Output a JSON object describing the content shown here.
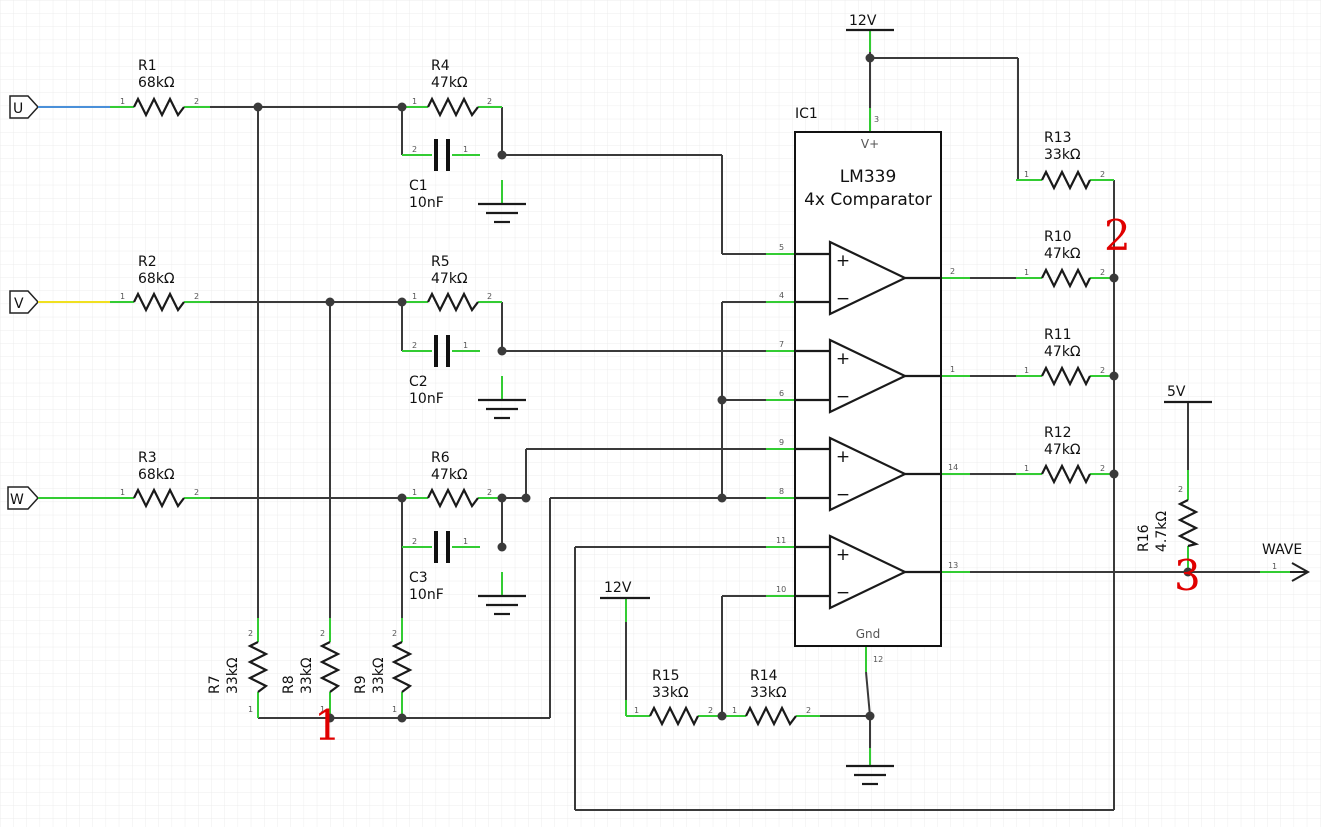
{
  "colors": {
    "wire": "#3a3a3a",
    "pin": "#33cc33",
    "grid": "#e8e8e8",
    "u_wire": "#4a90d9",
    "v_wire": "#f0e020",
    "port_fill": "#d8f5d0",
    "marker": "#e00000"
  },
  "ports": {
    "u": "U",
    "v": "V",
    "w": "W",
    "wave": "WAVE"
  },
  "rails": {
    "vcc_top": "12V",
    "vcc_bottom": "12V",
    "v5": "5V"
  },
  "ic": {
    "ref": "IC1",
    "name": "LM339",
    "desc": "4x Comparator",
    "vplus": "V+",
    "gnd": "Gnd"
  },
  "resistors": {
    "r1": {
      "ref": "R1",
      "value": "68kΩ"
    },
    "r2": {
      "ref": "R2",
      "value": "68kΩ"
    },
    "r3": {
      "ref": "R3",
      "value": "68kΩ"
    },
    "r4": {
      "ref": "R4",
      "value": "47kΩ"
    },
    "r5": {
      "ref": "R5",
      "value": "47kΩ"
    },
    "r6": {
      "ref": "R6",
      "value": "47kΩ"
    },
    "r7": {
      "ref": "R7",
      "value": "33kΩ"
    },
    "r8": {
      "ref": "R8",
      "value": "33kΩ"
    },
    "r9": {
      "ref": "R9",
      "value": "33kΩ"
    },
    "r10": {
      "ref": "R10",
      "value": "47kΩ"
    },
    "r11": {
      "ref": "R11",
      "value": "47kΩ"
    },
    "r12": {
      "ref": "R12",
      "value": "47kΩ"
    },
    "r13": {
      "ref": "R13",
      "value": "33kΩ"
    },
    "r14": {
      "ref": "R14",
      "value": "33kΩ"
    },
    "r15": {
      "ref": "R15",
      "value": "33kΩ"
    },
    "r16": {
      "ref": "R16",
      "value": "4.7kΩ"
    }
  },
  "capacitors": {
    "c1": {
      "ref": "C1",
      "value": "10nF"
    },
    "c2": {
      "ref": "C2",
      "value": "10nF"
    },
    "c3": {
      "ref": "C3",
      "value": "10nF"
    }
  },
  "ic_pins": {
    "p2": "2",
    "p1": "1",
    "p14": "14",
    "p13": "13",
    "p3": "3",
    "p12": "12",
    "p4": "4",
    "p5": "5",
    "p6": "6",
    "p7": "7",
    "p8": "8",
    "p9": "9",
    "p10": "10",
    "p11": "11"
  },
  "comparator_signs": {
    "plus": "+",
    "minus": "−"
  },
  "pin_labels": {
    "one": "1",
    "two": "2"
  },
  "markers": {
    "m1": "1",
    "m2": "2",
    "m3": "3"
  }
}
